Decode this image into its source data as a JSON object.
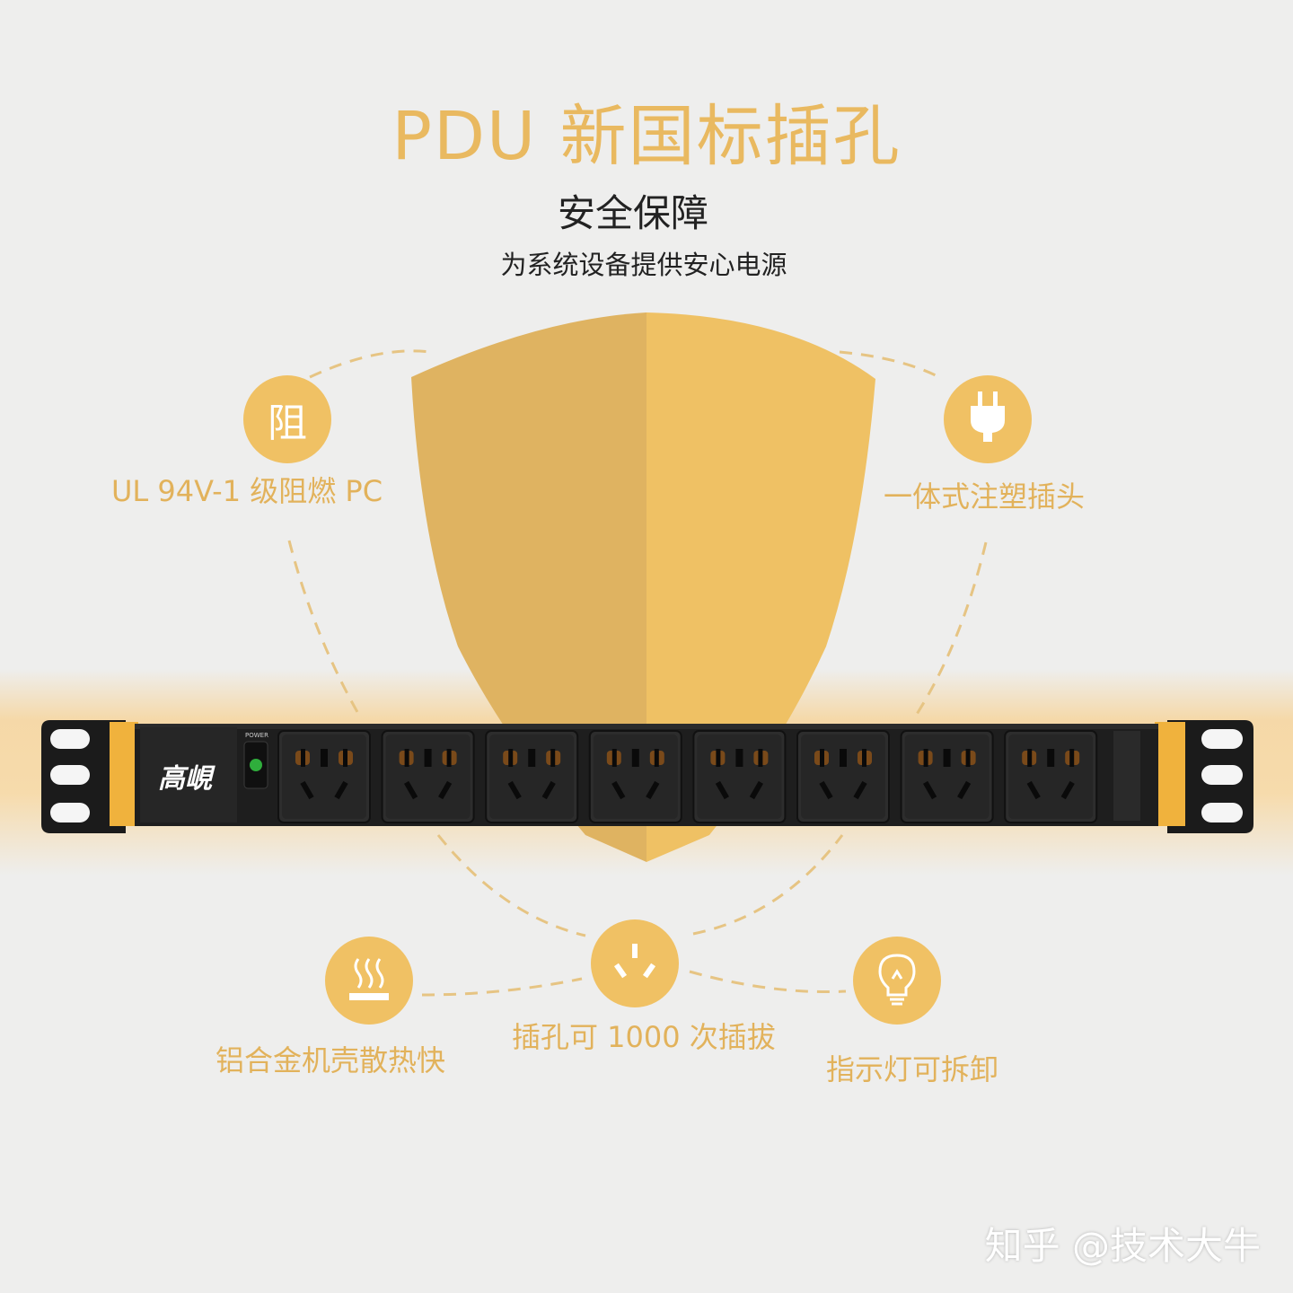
{
  "header": {
    "title": "PDU 新国标插孔",
    "subtitle": "安全保障",
    "tagline": "为系统设备提供安心电源"
  },
  "features": {
    "flame_retardant": {
      "icon_text": "阻",
      "label": "UL 94V-1 级阻燃 PC"
    },
    "molded_plug": {
      "icon": "plug-icon",
      "label": "一体式注塑插头"
    },
    "heat_dissipation": {
      "icon": "heat-icon",
      "label": "铝合金机壳散热快"
    },
    "socket_durability": {
      "icon": "socket-icon",
      "label": "插孔可 1000 次插拔"
    },
    "indicator": {
      "icon": "bulb-icon",
      "label": "指示灯可拆卸"
    }
  },
  "product": {
    "brand": "高峴",
    "power_label": "POWER",
    "outlet_count": 8
  },
  "watermark": "知乎 @技术大牛",
  "colors": {
    "accent": "#f0c164",
    "accent_text": "#e2b25b",
    "background": "#eeeeed",
    "strip_body": "#1b1b1b"
  }
}
